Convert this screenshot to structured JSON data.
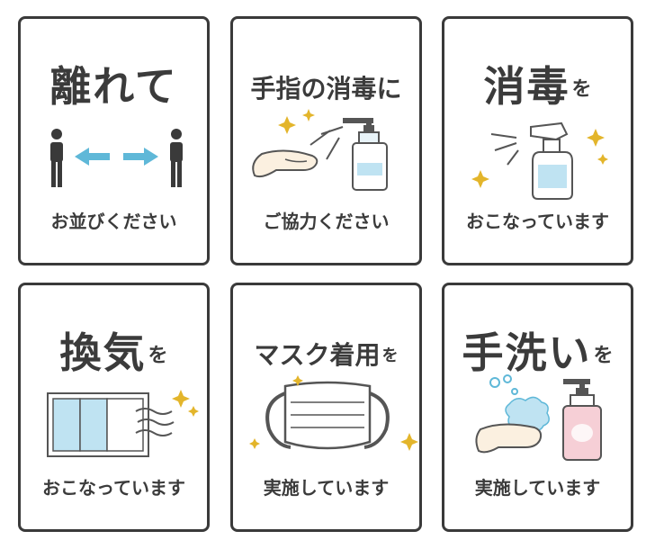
{
  "cards": [
    {
      "title": "離れて",
      "subtitle": "お並びください",
      "icon": "social-distance-icon"
    },
    {
      "title": "手指の消毒に",
      "subtitle": "ご協力ください",
      "icon": "hand-sanitizer-icon"
    },
    {
      "title": "消毒",
      "title_suffix": "を",
      "subtitle": "おこなっています",
      "icon": "spray-bottle-icon"
    },
    {
      "title": "換気",
      "title_suffix": "を",
      "subtitle": "おこなっています",
      "icon": "window-ventilation-icon"
    },
    {
      "title": "マスク着用",
      "title_suffix": "を",
      "subtitle": "実施しています",
      "icon": "face-mask-icon"
    },
    {
      "title": "手洗い",
      "title_suffix": "を",
      "subtitle": "実施しています",
      "icon": "hand-washing-icon"
    }
  ],
  "colors": {
    "border": "#3a3a3a",
    "text": "#3b3b3b",
    "accent_blue": "#5fb8d8",
    "light_blue": "#bfe3f2",
    "sparkle": "#e3b52b",
    "soap_pink": "#f6cfd6",
    "skin": "#fbf0e0"
  }
}
